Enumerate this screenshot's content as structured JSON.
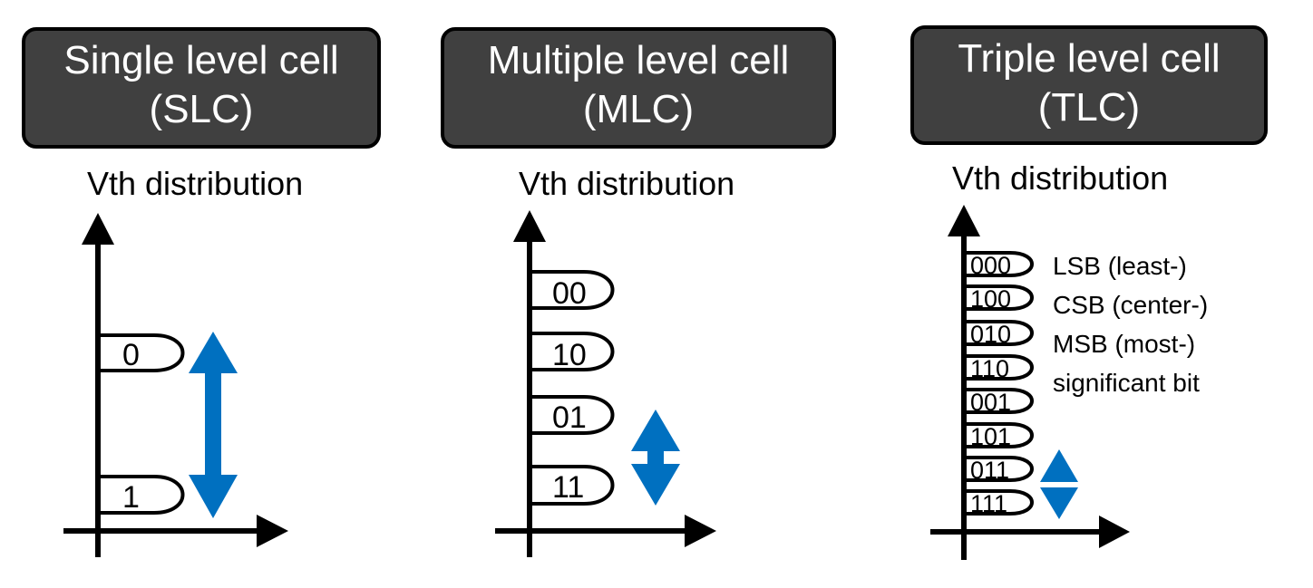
{
  "panels": [
    {
      "title_line1": "Single level cell",
      "title_line2": "(SLC)",
      "vth_label": "Vth distribution",
      "states": [
        "0",
        "1"
      ]
    },
    {
      "title_line1": "Multiple level cell",
      "title_line2": "(MLC)",
      "vth_label": "Vth distribution",
      "states": [
        "00",
        "10",
        "01",
        "11"
      ]
    },
    {
      "title_line1": "Triple level cell",
      "title_line2": "(TLC)",
      "vth_label": "Vth distribution",
      "states": [
        "000",
        "100",
        "010",
        "110",
        "001",
        "101",
        "011",
        "111"
      ],
      "legend": [
        "LSB (least-)",
        "CSB (center-)",
        "MSB (most-)",
        "significant bit"
      ]
    }
  ],
  "colors": {
    "title_bg": "#404040",
    "title_text": "#ffffff",
    "arrow_blue": "#0070c0",
    "axis": "#000000"
  }
}
